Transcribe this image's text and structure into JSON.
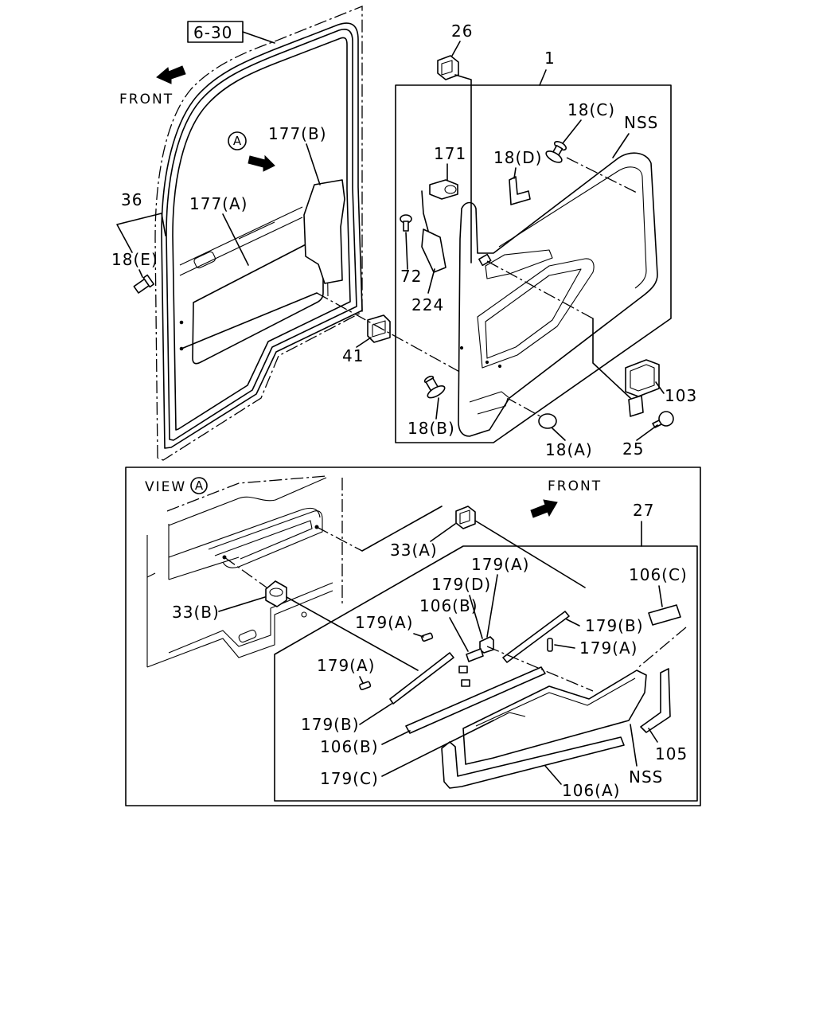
{
  "upper_view": {
    "reference_box": "6-30",
    "front_label": "FRONT",
    "view_marker": "A",
    "callouts": {
      "p177b": "177(B)",
      "p177a": "177(A)",
      "p36": "36",
      "p18e": "18(E)",
      "p41": "41",
      "p26": "26",
      "p1": "1",
      "p18c": "18(C)",
      "nss": "NSS",
      "p171": "171",
      "p18d": "18(D)",
      "p72": "72",
      "p224": "224",
      "p18b": "18(B)",
      "p18a": "18(A)",
      "p25": "25",
      "p103": "103"
    }
  },
  "lower_view": {
    "view_label": "VIEW",
    "view_marker": "A",
    "front_label": "FRONT",
    "callouts": {
      "p27": "27",
      "p33a": "33(A)",
      "p179a_top": "179(A)",
      "p179d": "179(D)",
      "p106b_top": "106(B)",
      "p179a_mid": "179(A)",
      "p106c": "106(C)",
      "p179b_right": "179(B)",
      "p179a_right": "179(A)",
      "p33b": "33(B)",
      "p179a_left": "179(A)",
      "p179b_left": "179(B)",
      "p106b_left": "106(B)",
      "p179c": "179(C)",
      "p106a": "106(A)",
      "nss": "NSS",
      "p105": "105"
    }
  }
}
